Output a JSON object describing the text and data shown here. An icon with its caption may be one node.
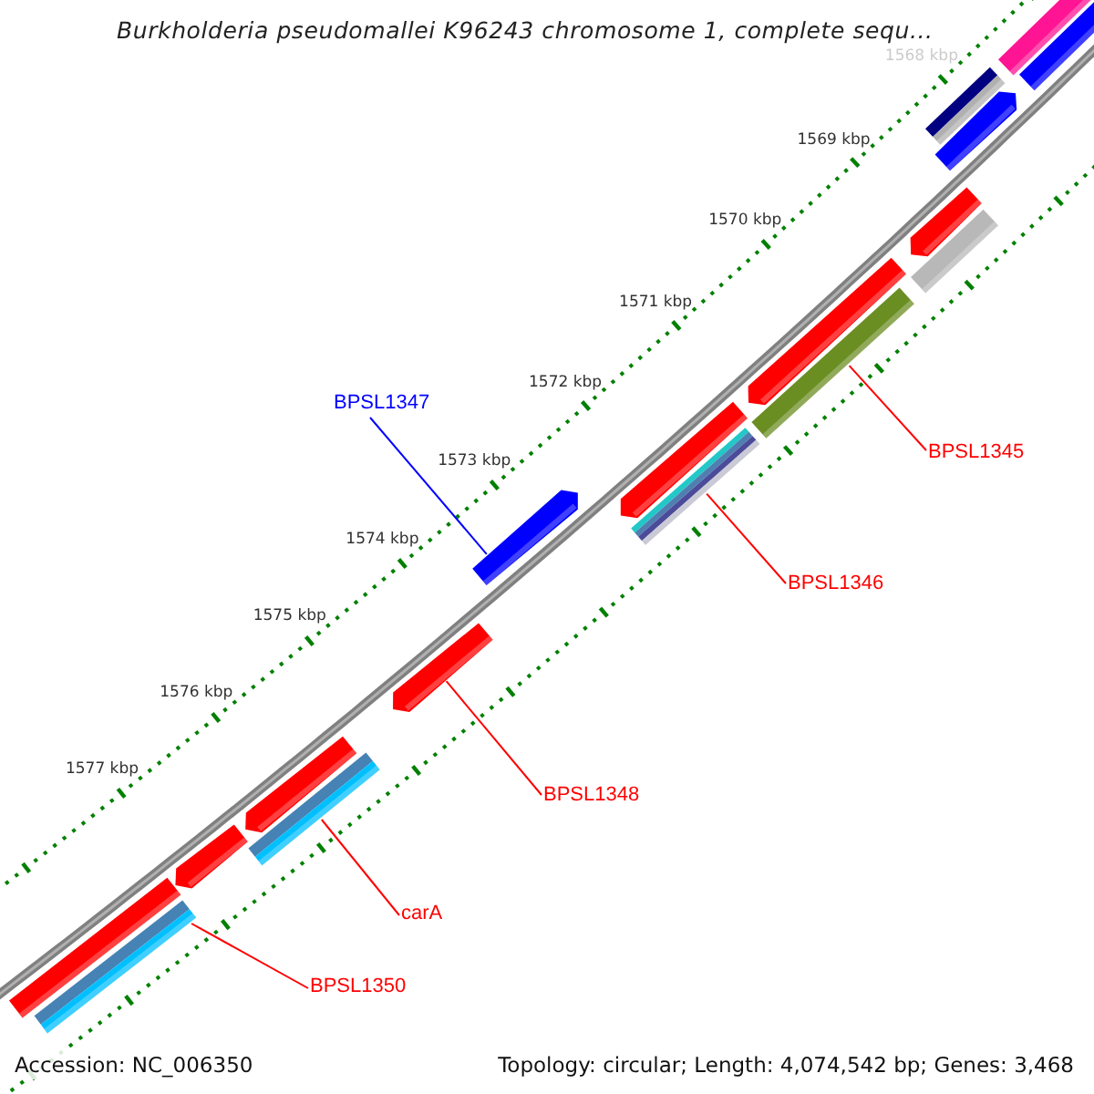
{
  "diagram": {
    "title": "Burkholderia pseudomallei K96243 chromosome 1, complete sequ...",
    "nodes": [
      {
        "text": [
          "BPSL1347"
        ]
      },
      {
        "text": [],
        "shape": "bar"
      },
      {
        "text": [
          "BPSL1345"
        ]
      },
      {
        "text": [],
        "shape": "bar"
      },
      {
        "text": [
          "BPSL1346"
        ]
      },
      {
        "text": [],
        "shape": "bar"
      },
      {
        "text": [
          "BPSL1348"
        ]
      },
      {
        "text": [],
        "shape": "bar"
      },
      {
        "text": [
          "carA"
        ]
      },
      {
        "text": [],
        "shape": "bar"
      },
      {
        "text": [
          "BPSL1350"
        ]
      },
      {
        "text": [],
        "shape": "bar"
      },
      {
        "text": [],
        "shape": "bar"
      },
      {
        "text": [],
        "shape": "bar"
      },
      {
        "text": [],
        "shape": "bar"
      },
      {
        "text": [],
        "shape": "bar"
      },
      {
        "text": [],
        "shape": "bar"
      },
      {
        "text": [],
        "shape": "bar"
      },
      {
        "text": [],
        "shape": "bar"
      },
      {
        "text": [],
        "shape": "bar"
      },
      {
        "text": [],
        "shape": "bar"
      },
      {
        "text": [],
        "shape": "bar"
      },
      {
        "text": [],
        "shape": "bar"
      }
    ],
    "edges": [
      {
        "from": 0,
        "to": 1,
        "arrow": "none",
        "color": "#0000ff"
      },
      {
        "from": 2,
        "to": 3,
        "arrow": "none"
      },
      {
        "from": 4,
        "to": 5,
        "arrow": "none"
      },
      {
        "from": 6,
        "to": 7,
        "arrow": "none"
      },
      {
        "from": 8,
        "to": 9,
        "arrow": "none"
      },
      {
        "from": 10,
        "to": 11,
        "arrow": "none"
      }
    ],
    "labels": [
      "1568 kbp",
      "1569 kbp",
      "1570 kbp",
      "1571 kbp",
      "1572 kbp",
      "1573 kbp",
      "1574 kbp",
      "1575 kbp",
      "1576 kbp",
      "1577 kbp",
      "Accession: NC_006350",
      "Topology: circular; Length: 4,074,542 bp; Genes: 3,468"
    ]
  }
}
